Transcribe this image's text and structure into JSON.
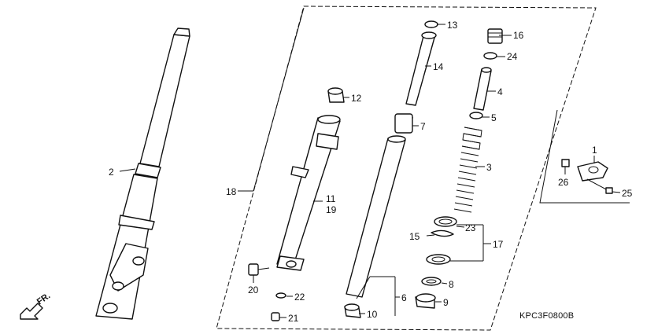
{
  "diagram": {
    "drawing_code": "KPC3F0800B",
    "direction_label": "FR.",
    "callouts": {
      "c1": "1",
      "c2": "2",
      "c3": "3",
      "c4": "4",
      "c5": "5",
      "c6": "6",
      "c7": "7",
      "c8": "8",
      "c9": "9",
      "c10": "10",
      "c11": "11",
      "c12": "12",
      "c13": "13",
      "c14": "14",
      "c15": "15",
      "c16": "16",
      "c17": "17",
      "c18": "18",
      "c19": "19",
      "c20": "20",
      "c21": "21",
      "c22": "22",
      "c23": "23",
      "c24": "24",
      "c25": "25",
      "c26": "26"
    }
  }
}
